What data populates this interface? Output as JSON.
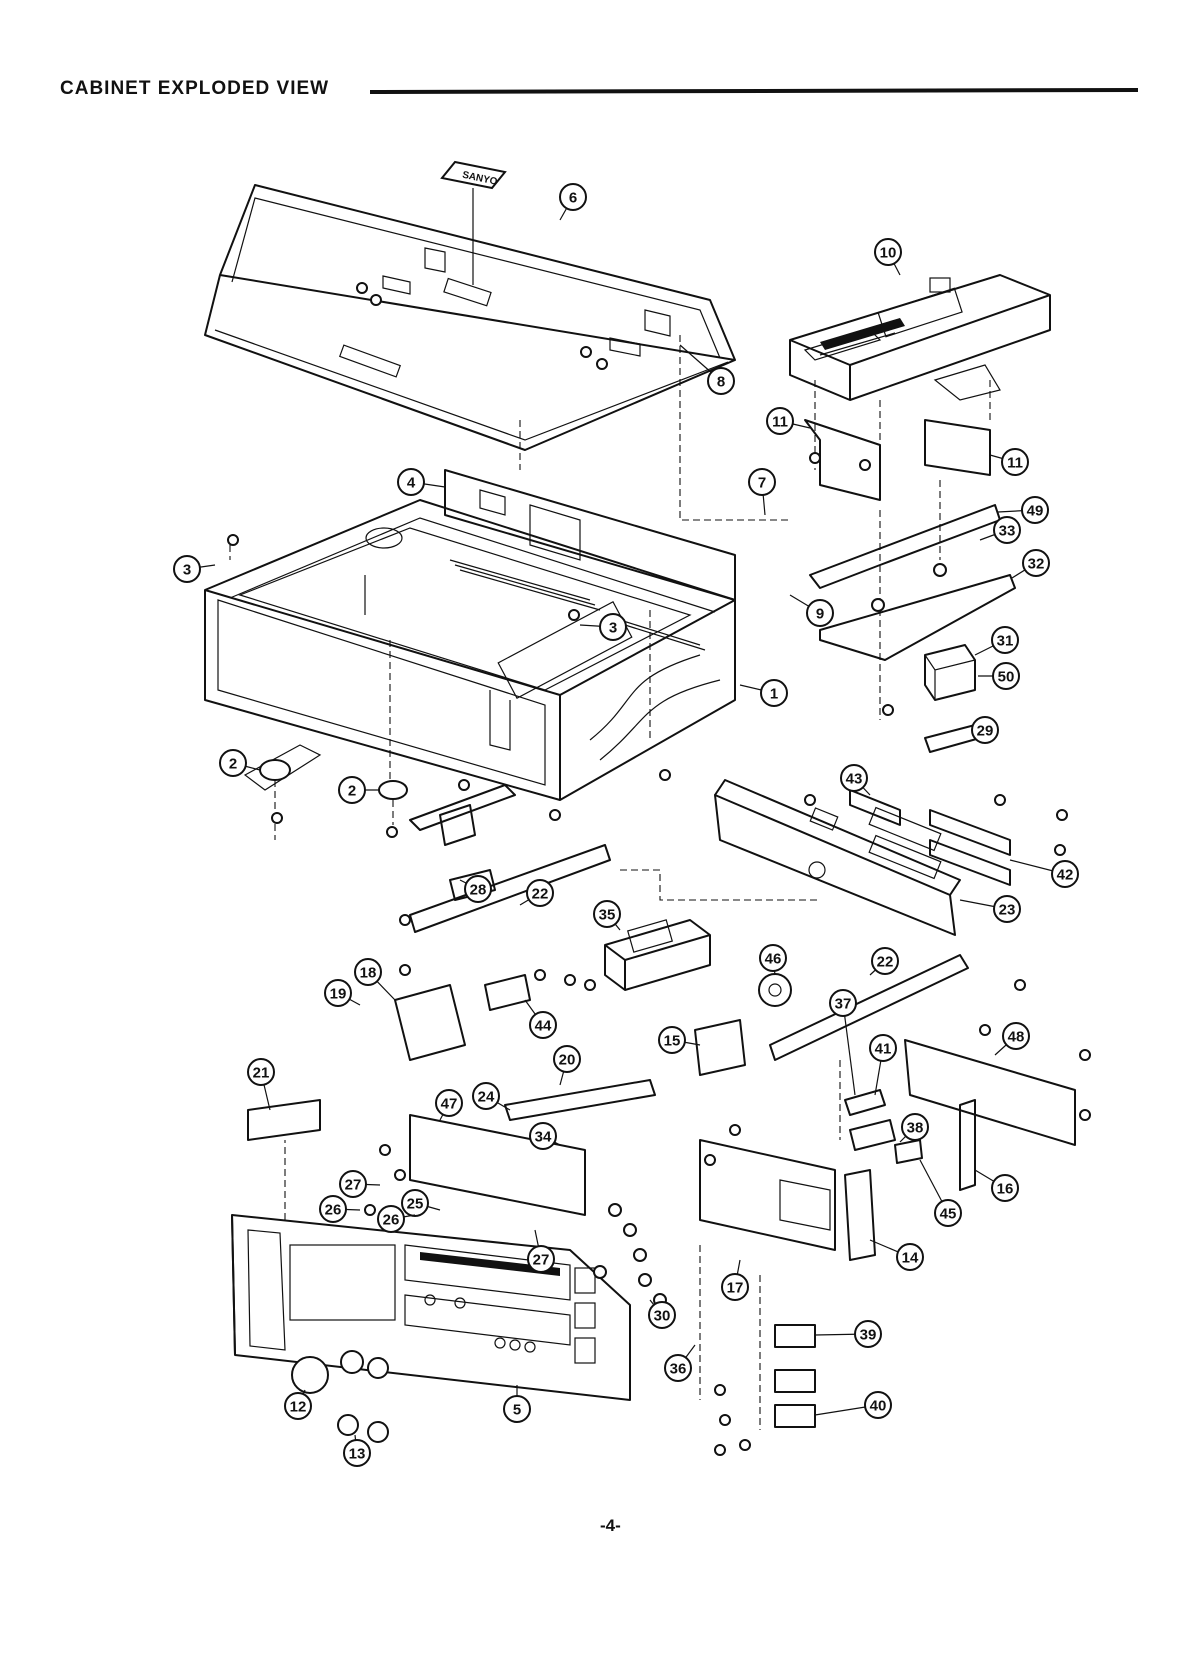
{
  "heading": "CABINET EXPLODED VIEW",
  "page_number": "-4-",
  "logo_text": "SANYO",
  "callouts": [
    "1",
    "2",
    "2",
    "3",
    "3",
    "4",
    "5",
    "6",
    "7",
    "8",
    "9",
    "10",
    "11",
    "11",
    "12",
    "13",
    "14",
    "15",
    "16",
    "17",
    "18",
    "19",
    "20",
    "21",
    "22",
    "22",
    "23",
    "24",
    "25",
    "26",
    "26",
    "27",
    "27",
    "28",
    "29",
    "30",
    "31",
    "32",
    "33",
    "34",
    "35",
    "36",
    "37",
    "38",
    "39",
    "40",
    "41",
    "42",
    "43",
    "44",
    "45",
    "46",
    "47",
    "48",
    "49",
    "50"
  ]
}
